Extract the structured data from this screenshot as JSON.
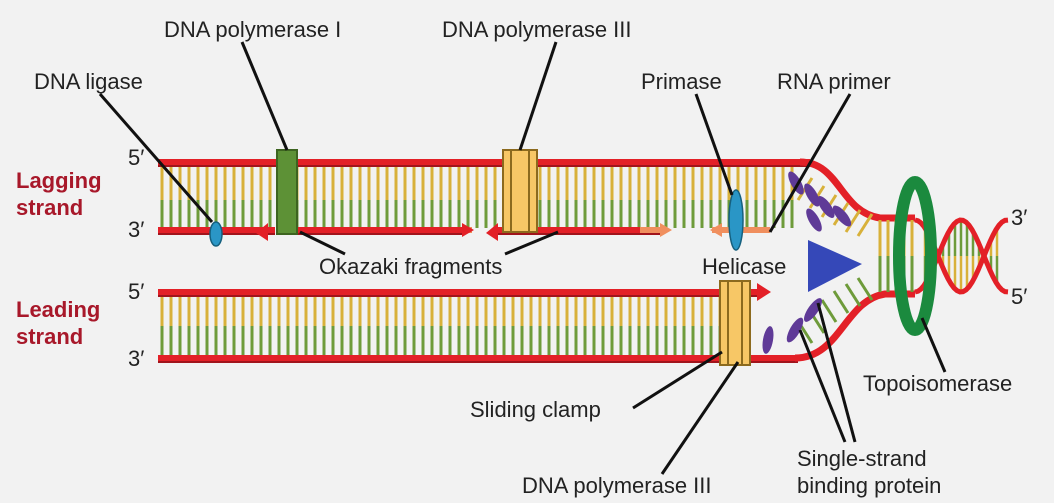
{
  "labels": {
    "dna_polymerase_i": "DNA polymerase I",
    "dna_polymerase_iii_top": "DNA polymerase III",
    "dna_ligase": "DNA ligase",
    "primase": "Primase",
    "rna_primer": "RNA primer",
    "okazaki_fragments": "Okazaki fragments",
    "helicase": "Helicase",
    "topoisomerase": "Topoisomerase",
    "sliding_clamp": "Sliding clamp",
    "dna_polymerase_iii_bottom": "DNA polymerase III",
    "single_strand_binding_protein": [
      "Single-strand",
      "binding protein"
    ]
  },
  "strands": {
    "lagging": [
      "Lagging",
      "strand"
    ],
    "leading": [
      "Leading",
      "strand"
    ]
  },
  "ends": {
    "lagging_top": "5′",
    "lagging_bottom": "3′",
    "leading_top": "5′",
    "leading_bottom": "3′",
    "helix_top": "3′",
    "helix_bottom": "5′"
  },
  "colors": {
    "backbone": "#e32027",
    "backbone_dark": "#a1141c",
    "rung_yellow": "#d8b13a",
    "rung_green": "#6e9b3a",
    "polymerase_i": "#5d9136",
    "polymerase_iii": "#f7c766",
    "primer": "#f08f5e",
    "ligase": "#2a96c6",
    "helicase": "#3548b8",
    "topoisomerase": "#1b8a3e",
    "ssb": "#5f3a97",
    "label_red": "#a8182a"
  }
}
